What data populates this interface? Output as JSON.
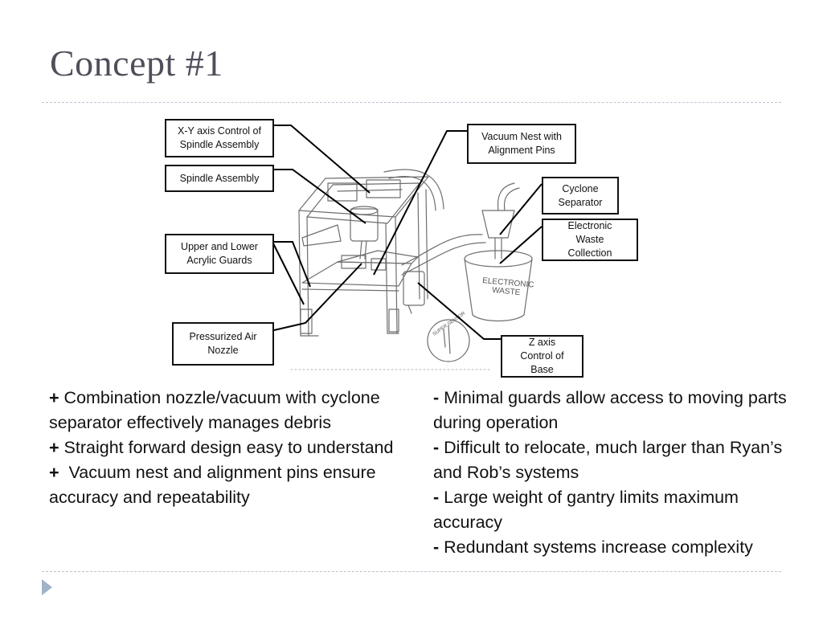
{
  "slide": {
    "title": "Concept #1"
  },
  "diagram": {
    "callouts": {
      "xy_axis": "X-Y axis Control of\nSpindle Assembly",
      "spindle": "Spindle Assembly",
      "guards": "Upper and Lower\nAcrylic Guards",
      "nozzle": "Pressurized Air\nNozzle",
      "vacuum_nest": "Vacuum Nest with\nAlignment Pins",
      "cyclone": "Cyclone\nSeparator",
      "waste": "Electronic\nWaste\nCollection",
      "z_axis": "Z axis\nControl of\nBase"
    },
    "bucket_label_1": "ELECTRONIC",
    "bucket_label_2": "WASTE",
    "sketch_note": "SUPER SENSOR"
  },
  "pros": [
    {
      "mark": "+",
      "text": " Combination nozzle/vacuum with cyclone separator effectively manages debris"
    },
    {
      "mark": "+",
      "text": " Straight forward design easy to understand"
    },
    {
      "mark": "+",
      "text": "  Vacuum nest and alignment pins ensure accuracy and repeatability"
    }
  ],
  "cons": [
    {
      "mark": "-",
      "text": " Minimal guards allow access to moving parts during operation"
    },
    {
      "mark": "-",
      "text": " Difficult to relocate, much larger than Ryan’s and Rob’s systems"
    },
    {
      "mark": "-",
      "text": " Large weight of gantry limits maximum accuracy"
    },
    {
      "mark": "-",
      "text": " Redundant systems increase complexity"
    }
  ],
  "colors": {
    "title": "#4f4f5b",
    "rule": "#b9c3cf",
    "bullet_arrow": "#9fb3c8"
  }
}
